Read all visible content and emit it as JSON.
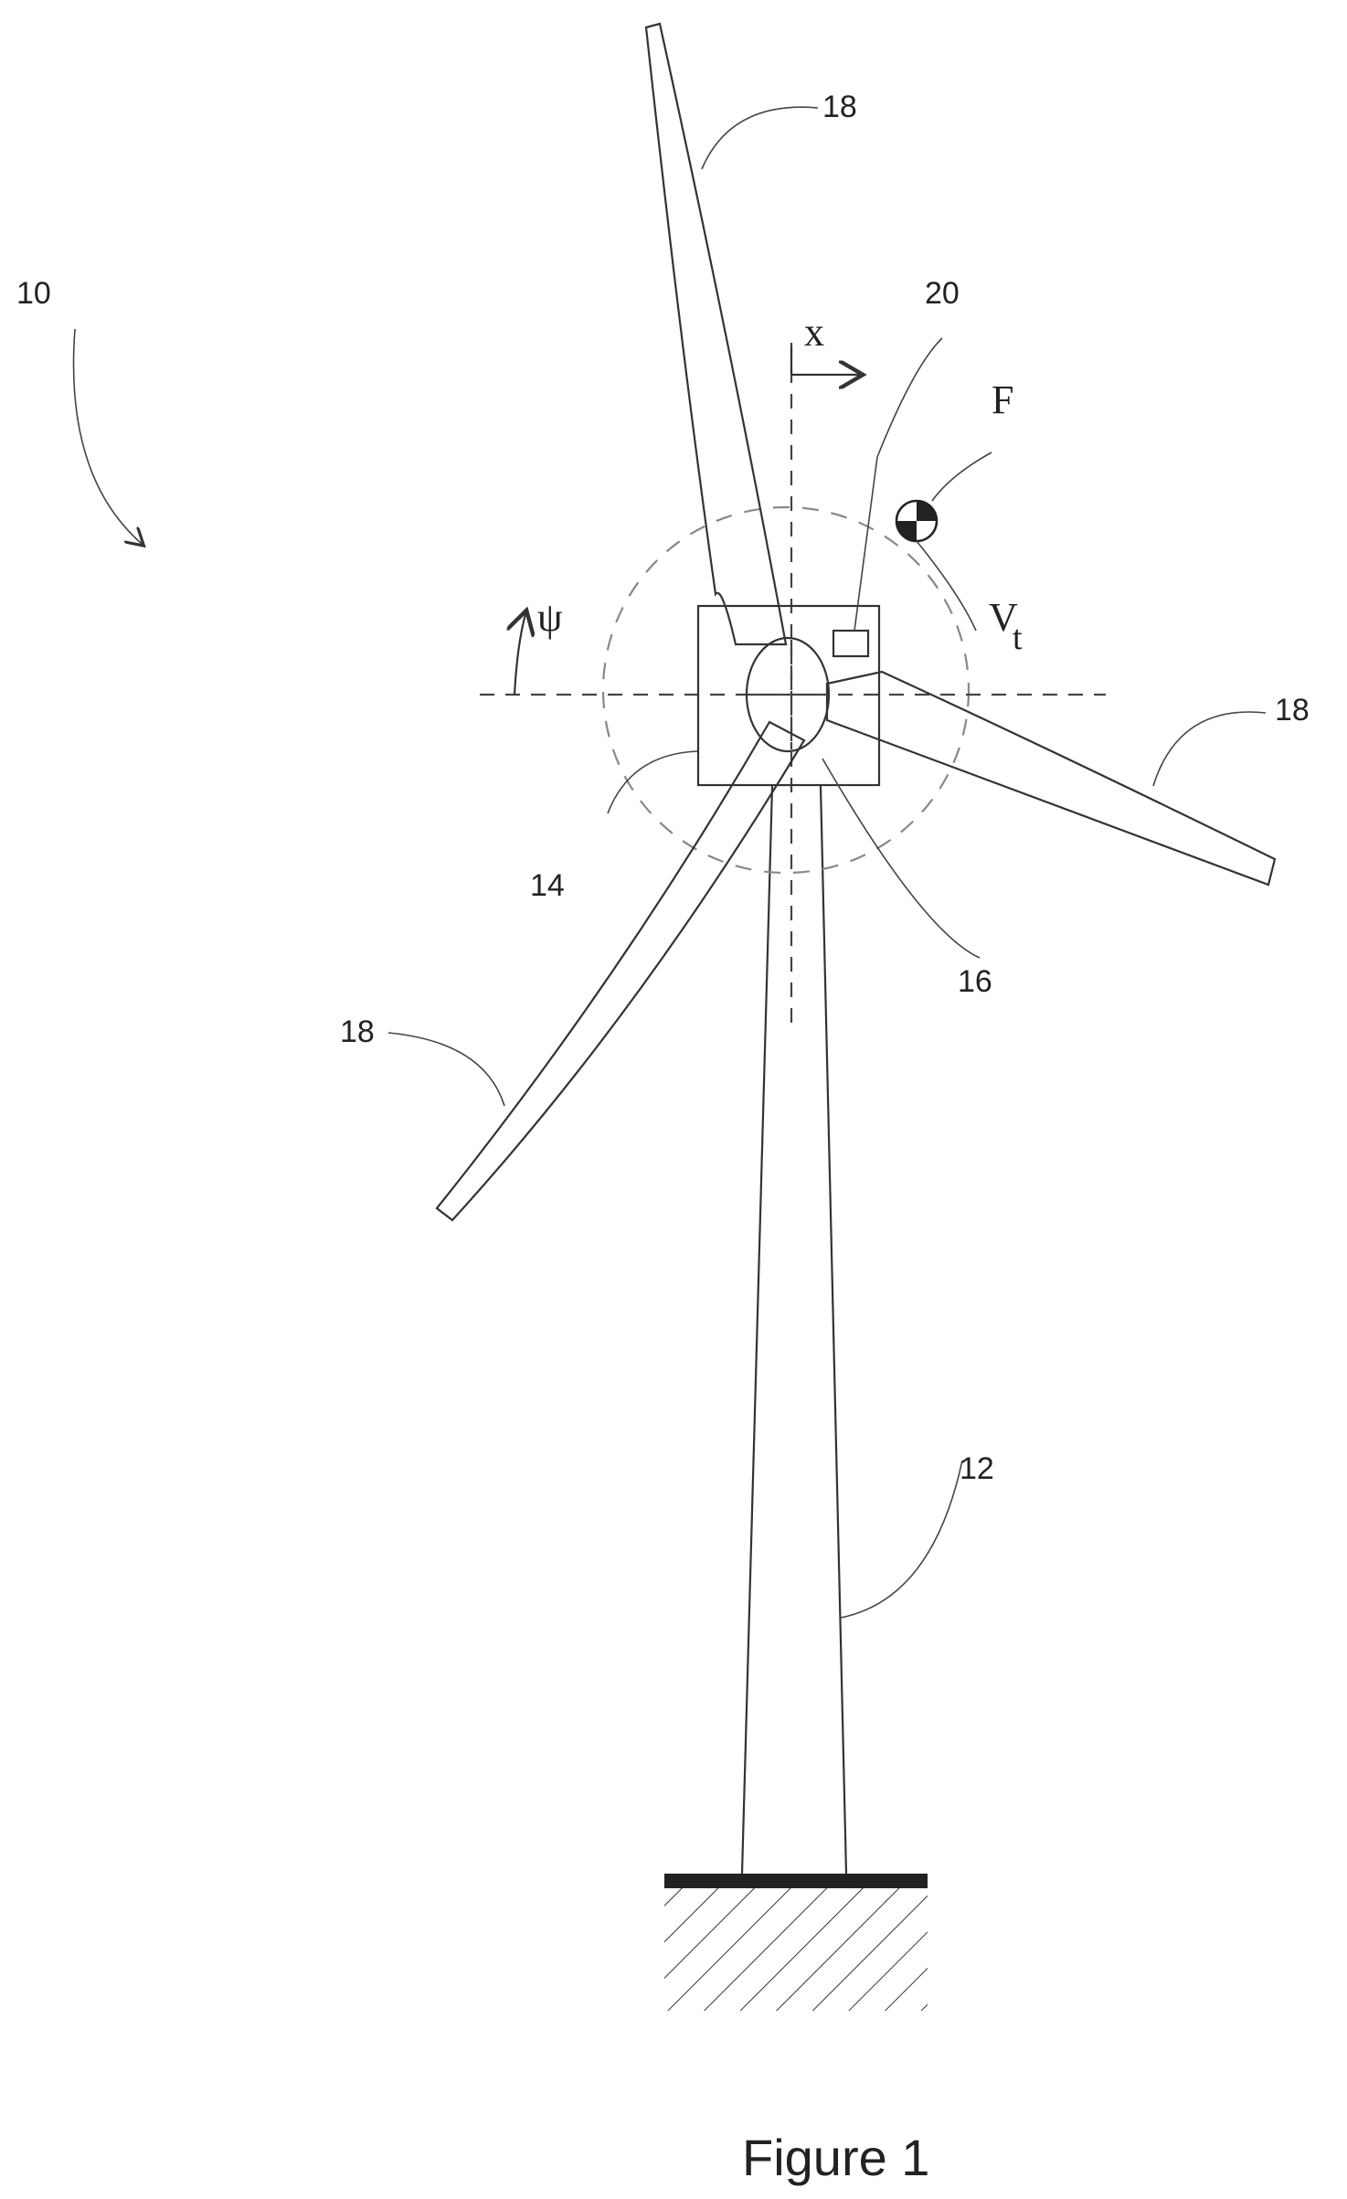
{
  "labels": {
    "turbine": "10",
    "tower": "12",
    "nacelle": "14",
    "hub": "16",
    "blade_top": "18",
    "blade_right": "18",
    "blade_left": "18",
    "sensor": "20"
  },
  "symbols": {
    "x_axis": "x",
    "psi": "ψ",
    "force": "F",
    "velocity_main": "V",
    "velocity_sub": "t"
  },
  "caption": "Figure 1"
}
